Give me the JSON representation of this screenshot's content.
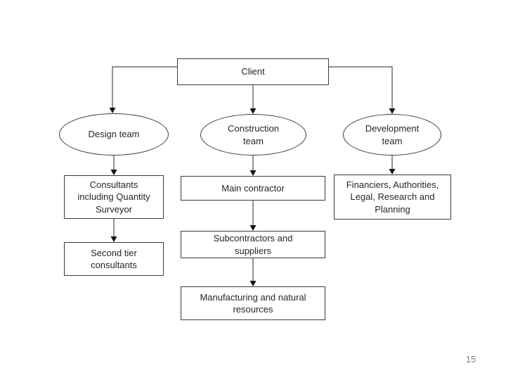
{
  "slide": {
    "page_number": "15"
  },
  "diagram": {
    "nodes": {
      "client": "Client",
      "design_team": "Design team",
      "construction_team": "Construction\nteam",
      "development_team": "Development\nteam",
      "consultants": "Consultants\nincluding Quantity\nSurveyor",
      "second_tier_consultants": "Second tier\nconsultants",
      "main_contractor": "Main contractor",
      "subcontractors": "Subcontractors and\nsuppliers",
      "manufacturing": "Manufacturing and natural\nresources",
      "financiers": "Financiers, Authorities,\nLegal, Research and\nPlanning"
    },
    "edges": [
      {
        "from": "client",
        "to": "design_team"
      },
      {
        "from": "client",
        "to": "construction_team"
      },
      {
        "from": "client",
        "to": "development_team"
      },
      {
        "from": "design_team",
        "to": "consultants"
      },
      {
        "from": "consultants",
        "to": "second_tier_consultants"
      },
      {
        "from": "construction_team",
        "to": "main_contractor"
      },
      {
        "from": "main_contractor",
        "to": "subcontractors"
      },
      {
        "from": "subcontractors",
        "to": "manufacturing"
      },
      {
        "from": "development_team",
        "to": "financiers"
      }
    ],
    "colors": {
      "background": "#ffffff",
      "shape_border": "#3a3a3a",
      "connector_line": "#4d4d4d",
      "arrowhead": "#141414",
      "text": "#262626",
      "page_number": "#818181"
    }
  }
}
